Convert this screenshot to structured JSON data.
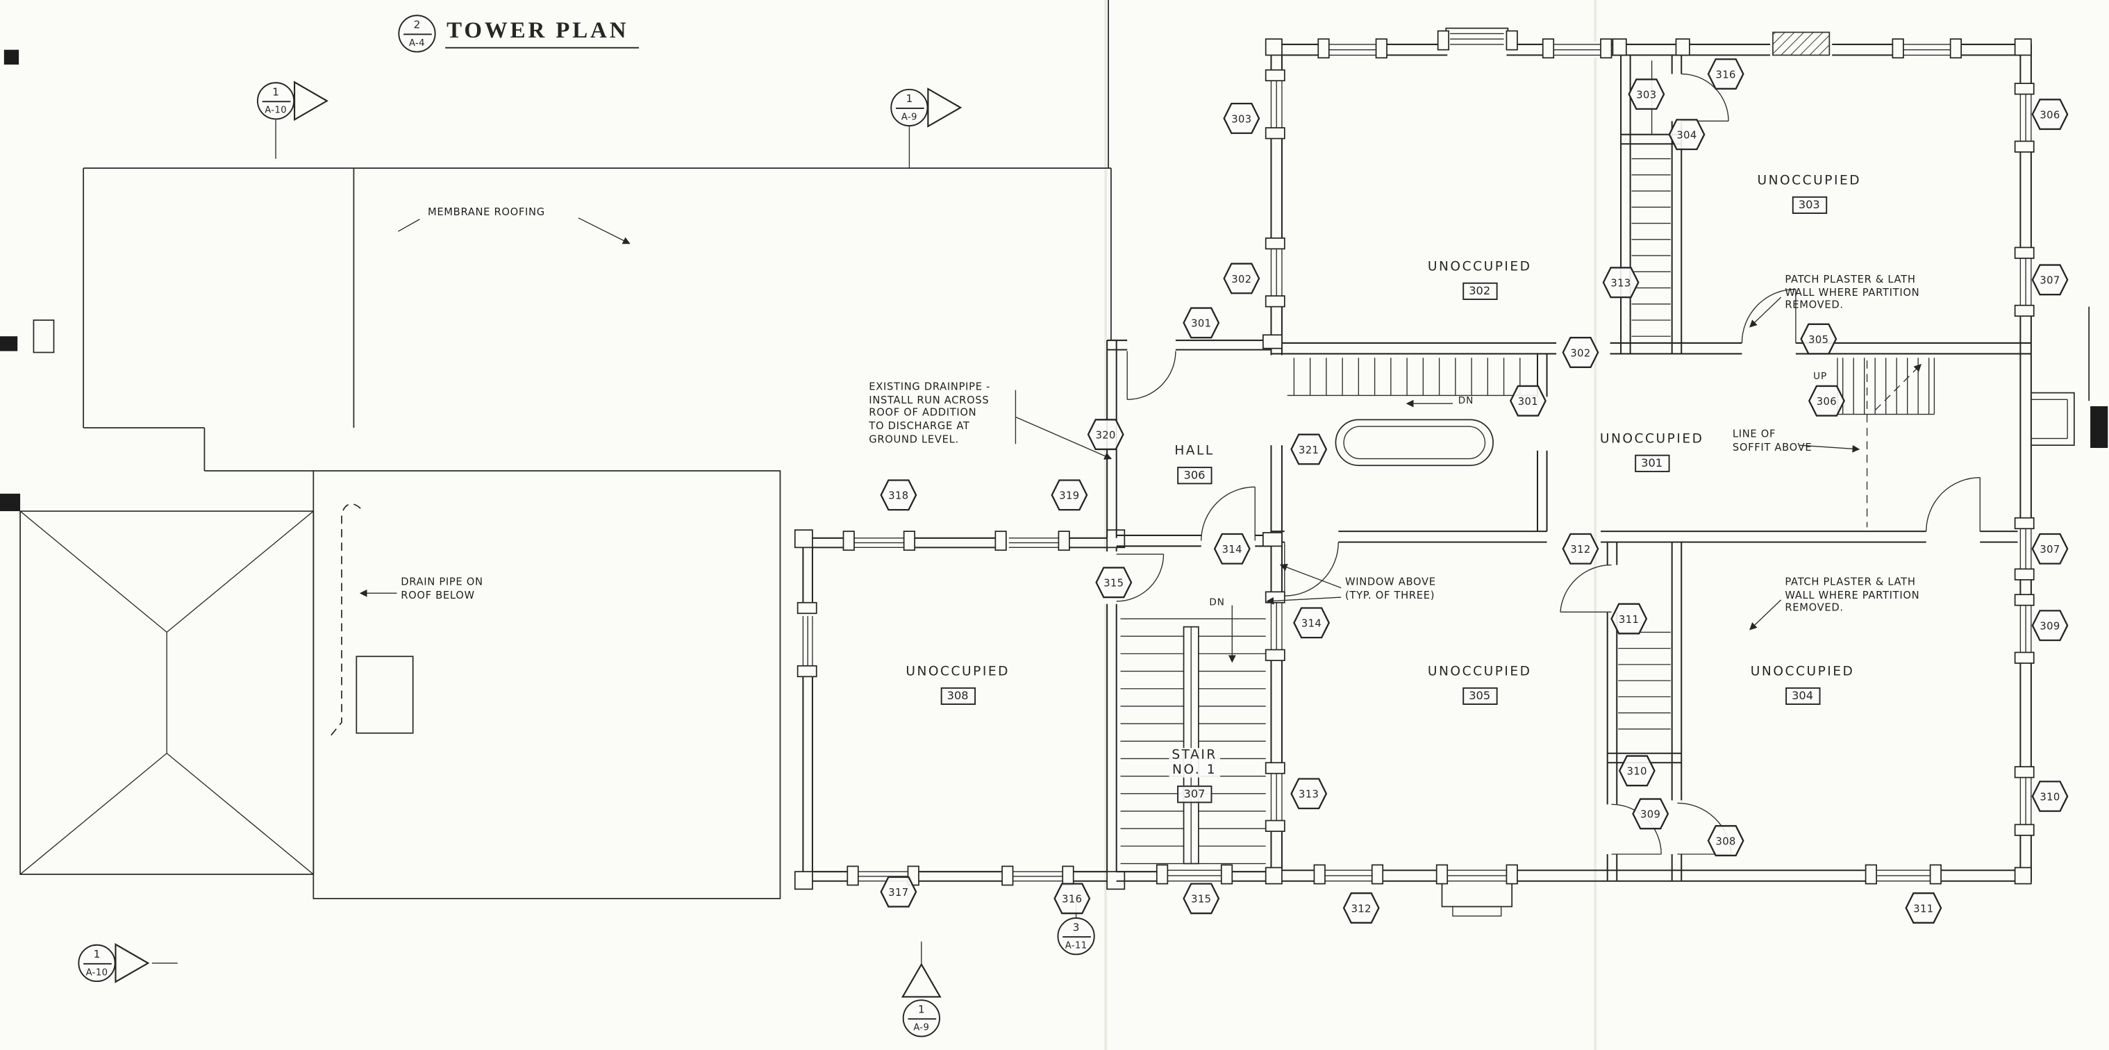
{
  "sheet": {
    "background": "#fbfbf8",
    "ink": "#262626"
  },
  "title_block": {
    "detail_number": "2",
    "sheet_ref": "A-4",
    "title": "TOWER PLAN"
  },
  "markers": {
    "sec_top_left": {
      "number": "1",
      "sheet": "A-10"
    },
    "sec_top_mid": {
      "number": "1",
      "sheet": "A-9"
    },
    "sec_bottom_left": {
      "number": "1",
      "sheet": "A-10"
    },
    "sec_bottom_mid": {
      "number": "1",
      "sheet": "A-9"
    },
    "detail_bottom": {
      "number": "3",
      "sheet": "A-11"
    }
  },
  "rooms": [
    {
      "name": "UNOCCUPIED",
      "number": "302"
    },
    {
      "name": "UNOCCUPIED",
      "number": "303"
    },
    {
      "name": "UNOCCUPIED",
      "number": "301"
    },
    {
      "name": "UNOCCUPIED",
      "number": "305"
    },
    {
      "name": "UNOCCUPIED",
      "number": "304"
    },
    {
      "name": "UNOCCUPIED",
      "number": "308"
    },
    {
      "name": "HALL",
      "number": "306"
    },
    {
      "name": "STAIR\nNO. 1",
      "number": "307"
    }
  ],
  "notes": {
    "membrane_roofing": "MEMBRANE  ROOFING",
    "existing_drainpipe": "EXISTING DRAINPIPE -\nINSTALL RUN ACROSS\nROOF OF ADDITION\nTO DISCHARGE AT\nGROUND LEVEL.",
    "drain_pipe": "DRAIN PIPE ON\nROOF BELOW",
    "patch_plaster_top": "PATCH PLASTER & LATH\nWALL WHERE PARTITION\nREMOVED.",
    "patch_plaster_bottom": "PATCH PLASTER & LATH\nWALL WHERE PARTITION\nREMOVED.",
    "window_above": "WINDOW ABOVE\n(TYP. OF THREE)",
    "line_of_soffit": "LINE OF\nSOFFIT ABOVE"
  },
  "directions": {
    "dn_hall": "DN",
    "dn_stair": "DN",
    "up": "UP"
  },
  "refs": [
    "303",
    "303",
    "316",
    "304",
    "306",
    "302",
    "313",
    "307",
    "301",
    "302",
    "301",
    "306",
    "305",
    "320",
    "321",
    "318",
    "319",
    "314",
    "315",
    "314",
    "312",
    "311",
    "307",
    "309",
    "313",
    "310",
    "309",
    "308",
    "310",
    "317",
    "316",
    "315",
    "312",
    "311"
  ]
}
